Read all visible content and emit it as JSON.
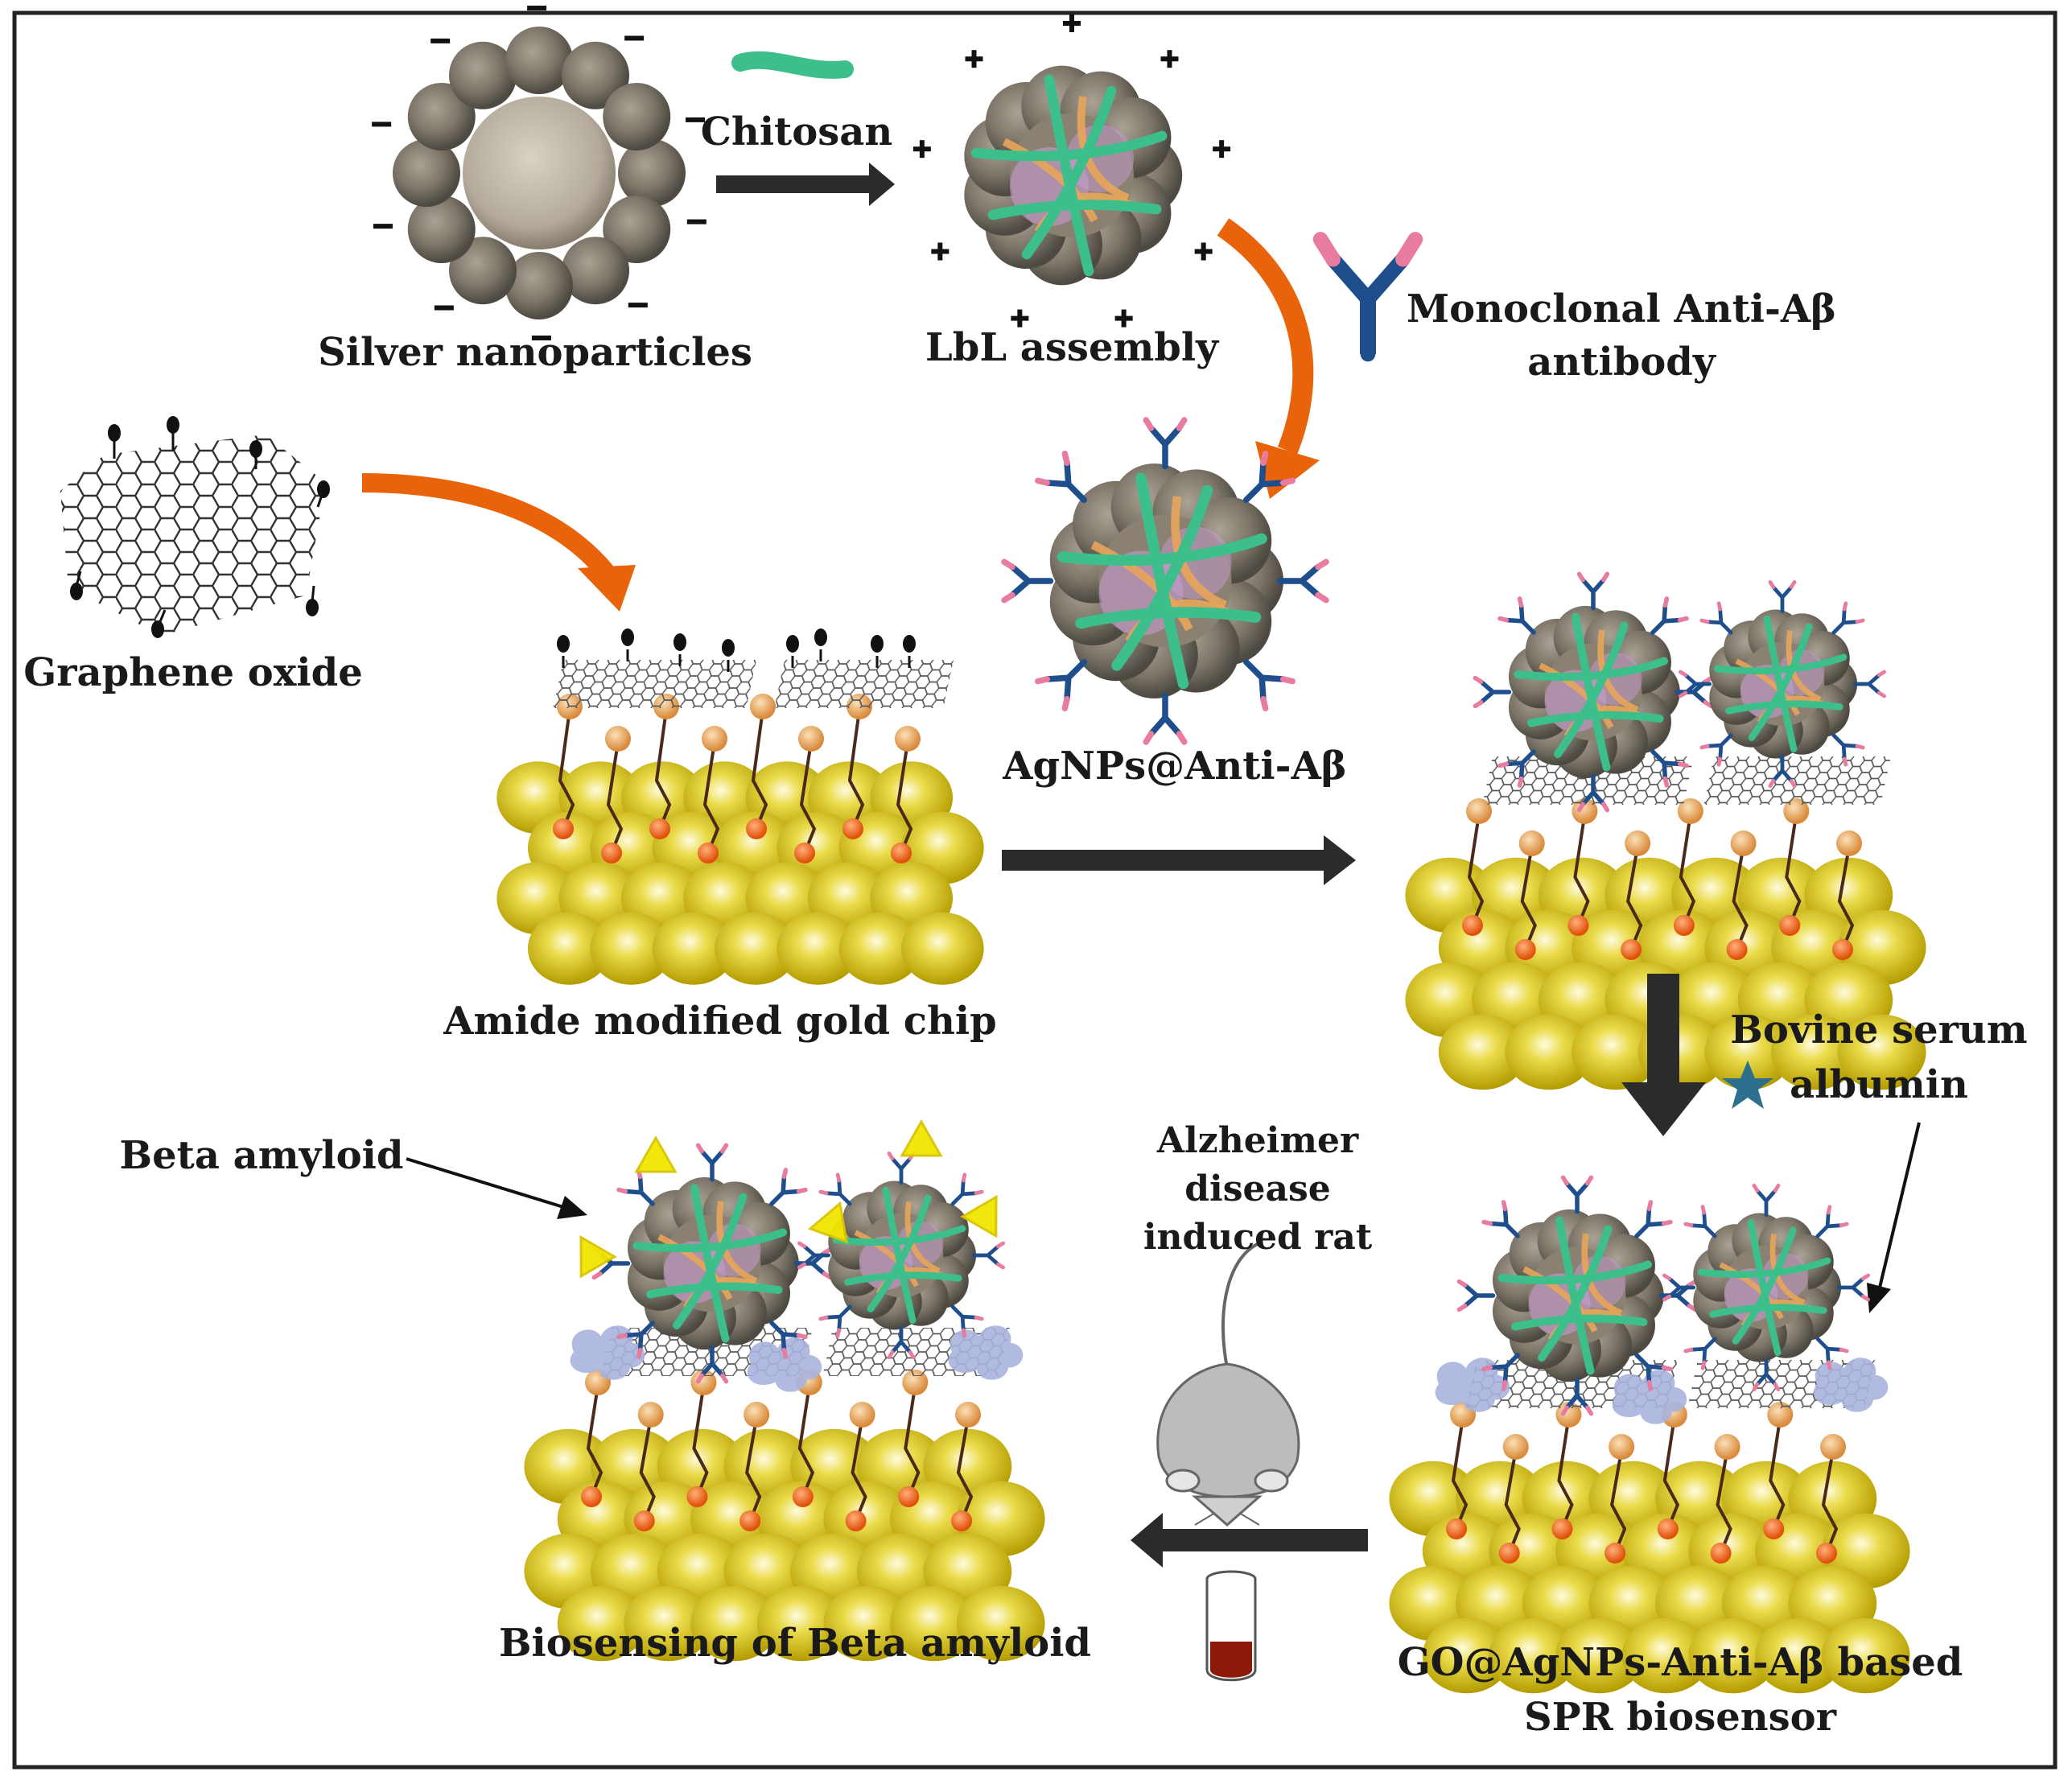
{
  "labels": {
    "chitosan": "Chitosan",
    "silver_nanoparticles": "Silver nanoparticles",
    "lbl_assembly": "LbL assembly",
    "monoclonal_line1": "Monoclonal Anti-Aβ",
    "monoclonal_line2": "antibody",
    "graphene_oxide": "Graphene oxide",
    "agnps_anti": "AgNPs@Anti-Aβ",
    "amide_chip": "Amide modified gold chip",
    "bsa_line1": "Bovine serum",
    "bsa_line2": "albumin",
    "beta_amyloid": "Beta amyloid",
    "rat_line1": "Alzheimer",
    "rat_line2": "disease",
    "rat_line3": "induced rat",
    "biosensing": "Biosensing of Beta amyloid",
    "sensor_line1": "GO@AgNPs-Anti-Aβ based",
    "sensor_line2": "SPR biosensor"
  },
  "colors": {
    "arrow_dark": "#2b2b2b",
    "arrow_orange": "#e8630a",
    "gold": "#d9c10f",
    "silver": "#8c8578",
    "chitosan_green": "#3cbf8a",
    "antibody_blue": "#1f4e8c",
    "antibody_tip": "#e87ba0",
    "bsa_lavender": "#a9b3dd",
    "amyloid_yellow": "#f2e600",
    "linker_orange": "#e8a55a",
    "blood_red": "#8b1a0a"
  }
}
